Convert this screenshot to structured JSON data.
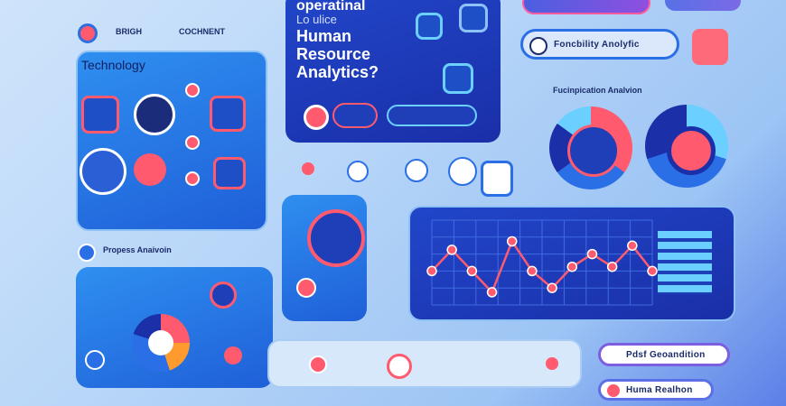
{
  "top": {
    "legend_a": "BRIGH",
    "legend_b": "COCHNENT",
    "pill_left": "",
    "pill_right": ""
  },
  "title": {
    "line1": "operatinal",
    "line2": "Lo ulice",
    "line3": "Human",
    "line4": "Resource",
    "line5": "Analytics?"
  },
  "technology_panel": {
    "label": "Technology"
  },
  "right_pill": {
    "label": "Foncbility Anolyfic"
  },
  "forecast": {
    "label": "Fucinpication Analvion"
  },
  "progress": {
    "label": "Propess Anaivoin"
  },
  "bottom_right": {
    "pill1": "Pdsf Geoandition",
    "pill2": "Huma Realhon"
  },
  "line_chart": {
    "points": [
      {
        "x": 0,
        "y": 0.6
      },
      {
        "x": 1,
        "y": 0.35
      },
      {
        "x": 2,
        "y": 0.6
      },
      {
        "x": 3,
        "y": 0.85
      },
      {
        "x": 4,
        "y": 0.25
      },
      {
        "x": 5,
        "y": 0.6
      },
      {
        "x": 6,
        "y": 0.8
      },
      {
        "x": 7,
        "y": 0.55
      },
      {
        "x": 8,
        "y": 0.4
      },
      {
        "x": 9,
        "y": 0.55
      },
      {
        "x": 10,
        "y": 0.3
      },
      {
        "x": 11,
        "y": 0.6
      }
    ]
  },
  "colors": {
    "accent": "#ff5a6e",
    "primary": "#1f5fd8",
    "dark": "#1a2fa8",
    "light": "#d7e8fb"
  }
}
